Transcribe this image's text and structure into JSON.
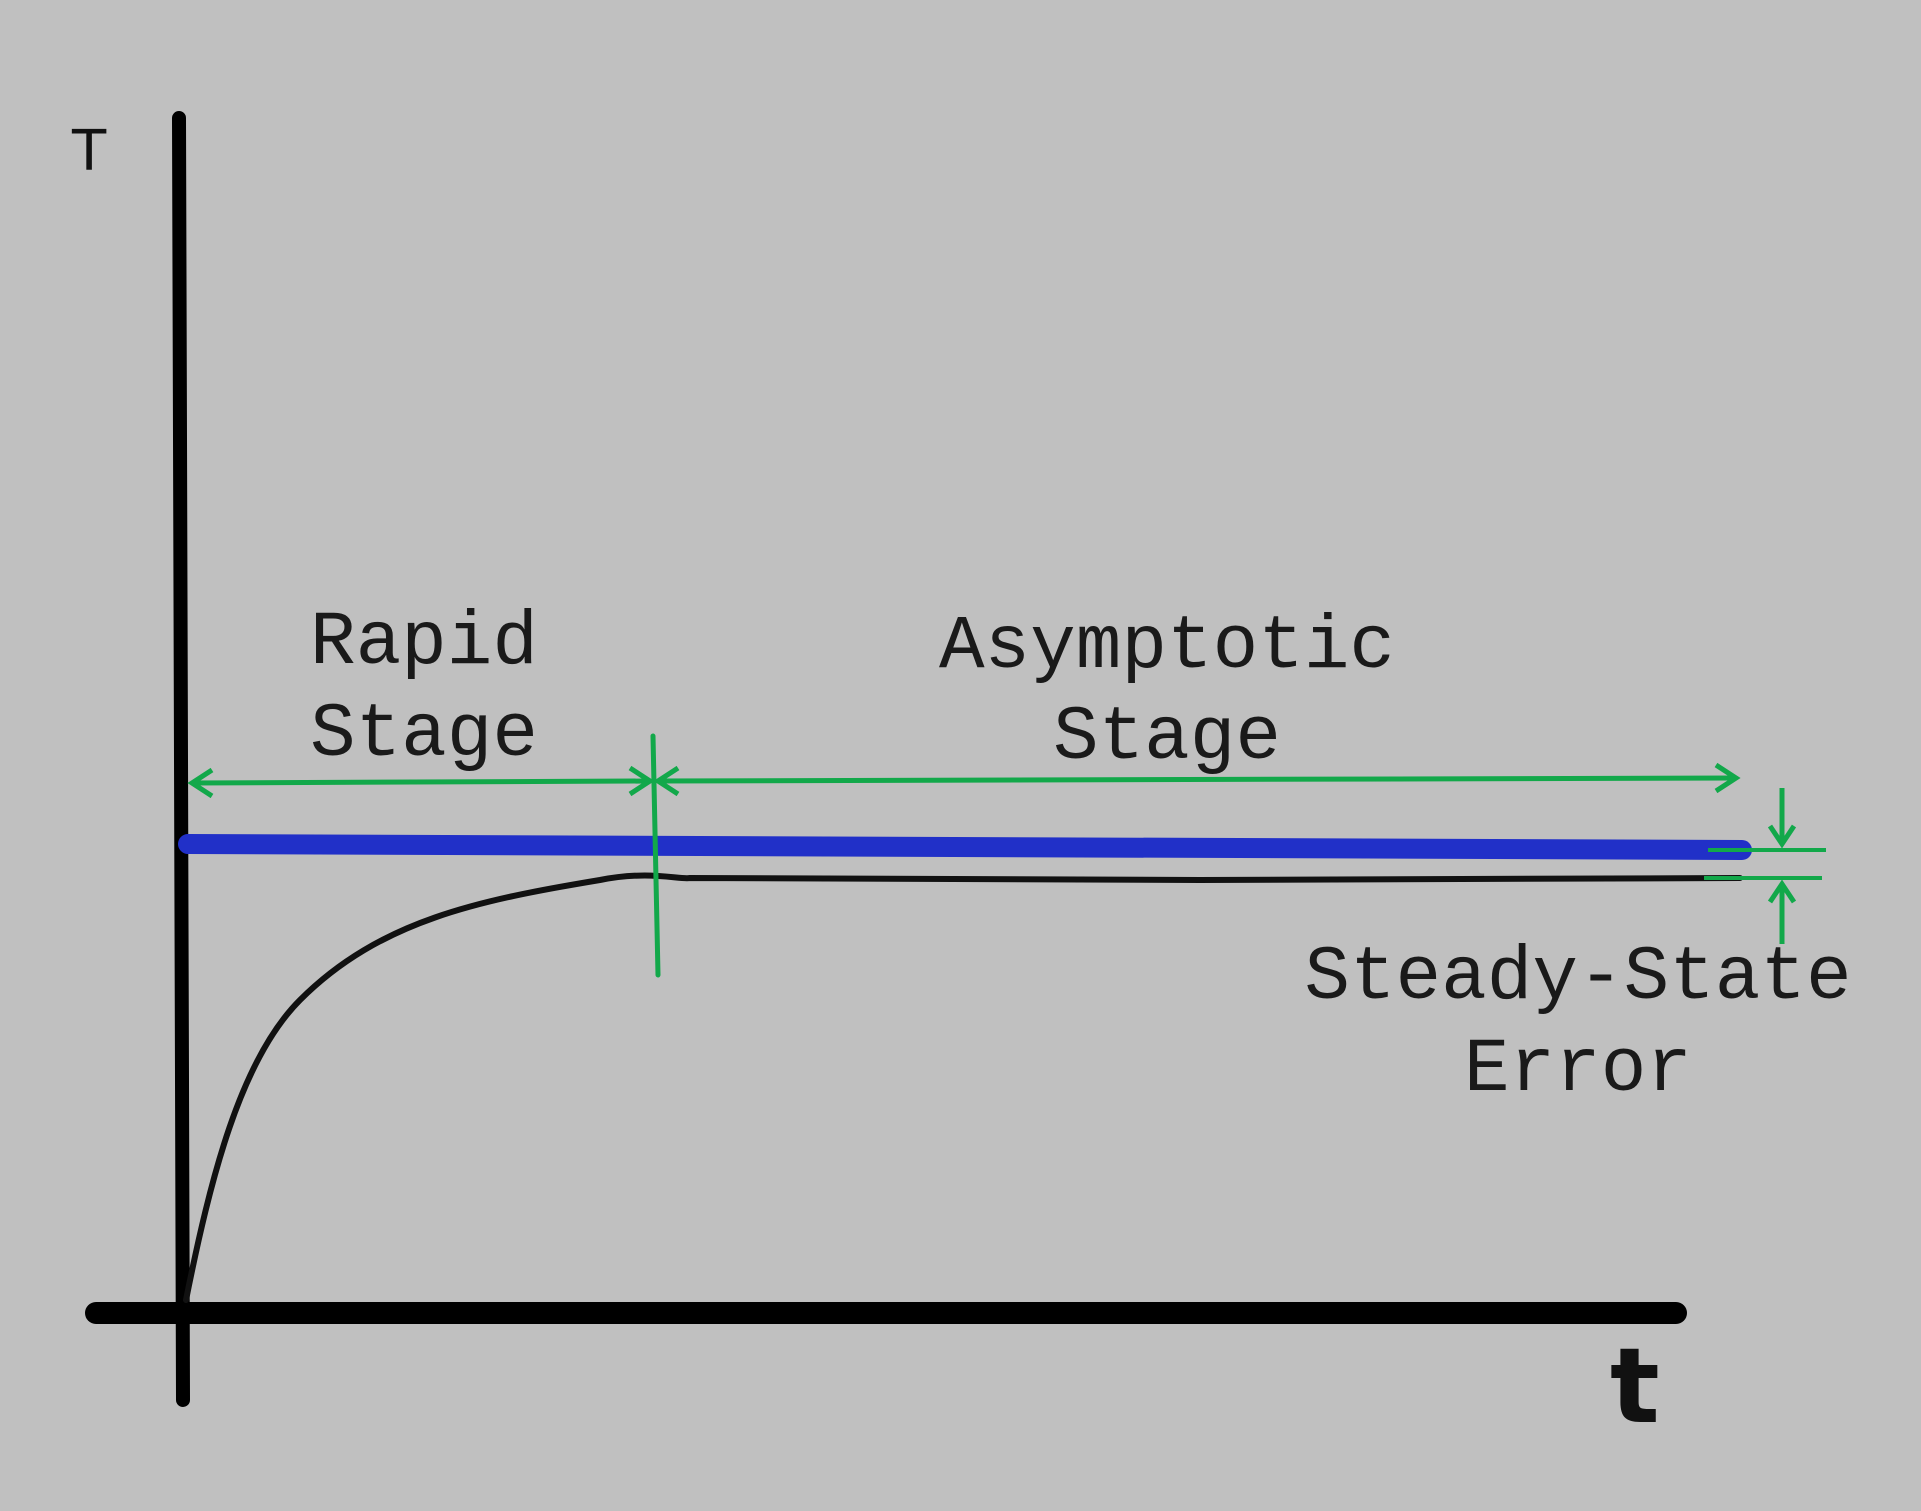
{
  "axes": {
    "y_label": "T",
    "x_label": "t"
  },
  "annotations": {
    "rapid_stage": [
      "Rapid",
      "Stage"
    ],
    "asymptotic_stage": [
      "Asymptotic",
      "Stage"
    ],
    "steady_state_error": [
      "Steady-State",
      "Error"
    ]
  },
  "colors": {
    "background": "#c0c0c0",
    "axis": "#000000",
    "setpoint_line": "#2130c8",
    "response_curve": "#111111",
    "annotation_markers": "#12a84a",
    "text": "#1a1a1a"
  }
}
